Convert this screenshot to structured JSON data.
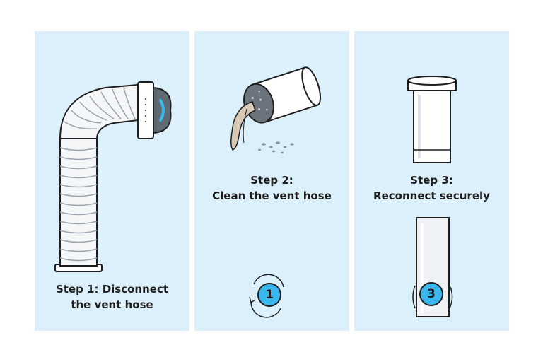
{
  "steps": [
    {
      "line1": "Step 1: Disconnect",
      "line2": "the vent hose"
    },
    {
      "line1": "Step 2:",
      "line2": "Clean the vent hose",
      "badge": "1"
    },
    {
      "line1": "Step 3:",
      "line2": "Reconnect securely",
      "badge": "3"
    }
  ],
  "colors": {
    "panel_bg": "#dcf0fb",
    "accent_blue": "#3ab8ee",
    "outline": "#1e1e1e",
    "lint": "#d8c9b4"
  }
}
